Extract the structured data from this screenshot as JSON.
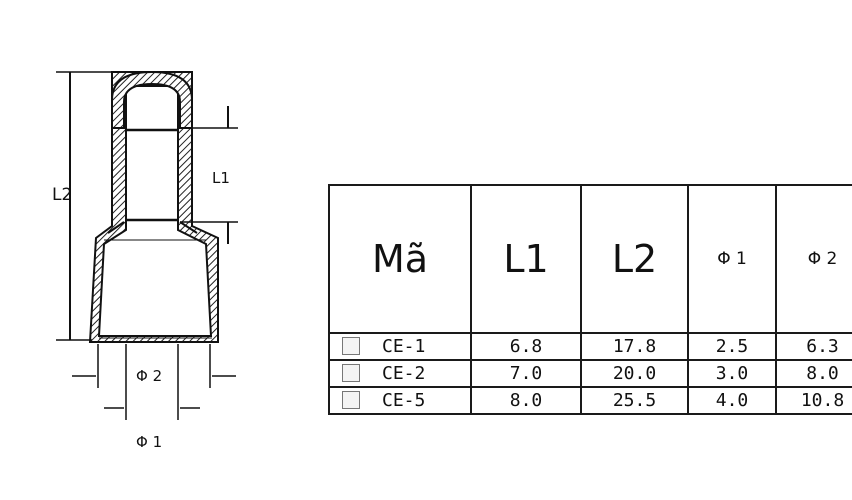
{
  "diagram": {
    "labels": {
      "l2": "L2",
      "l1": "L1",
      "phi2": "Φ 2",
      "phi1": "Φ 1"
    }
  },
  "table": {
    "headers": [
      "Mã",
      "L1",
      "L2",
      "Φ 1",
      "Φ 2"
    ],
    "rows": [
      [
        "CE-1",
        "6.8",
        "17.8",
        "2.5",
        "6.3"
      ],
      [
        "CE-2",
        "7.0",
        "20.0",
        "3.0",
        "8.0"
      ],
      [
        "CE-5",
        "8.0",
        "25.5",
        "4.0",
        "10.8"
      ]
    ]
  }
}
